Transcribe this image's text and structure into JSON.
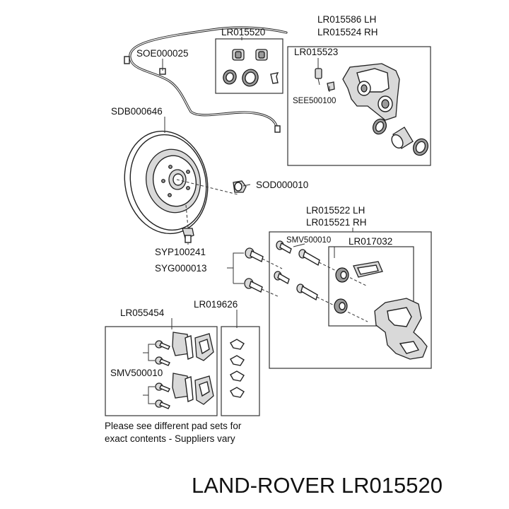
{
  "labels": {
    "lr015520": "LR015520",
    "soe000025": "SOE000025",
    "sdb000646": "SDB000646",
    "lr015586": "LR015586 LH",
    "lr015524": "LR015524 RH",
    "lr015523": "LR015523",
    "see500100": "SEE500100",
    "sod000010": "SOD000010",
    "lr015522": "LR015522 LH",
    "lr015521": "LR015521 RH",
    "smv500010_top": "SMV500010",
    "lr017032": "LR017032",
    "syp100241": "SYP100241",
    "syg000013": "SYG000013",
    "lr055454": "LR055454",
    "lr019626": "LR019626",
    "smv500010_bottom": "SMV500010"
  },
  "note": {
    "line1": "Please see different pad sets for",
    "line2": "exact contents - Suppliers vary"
  },
  "title": "LAND-ROVER LR015520"
}
